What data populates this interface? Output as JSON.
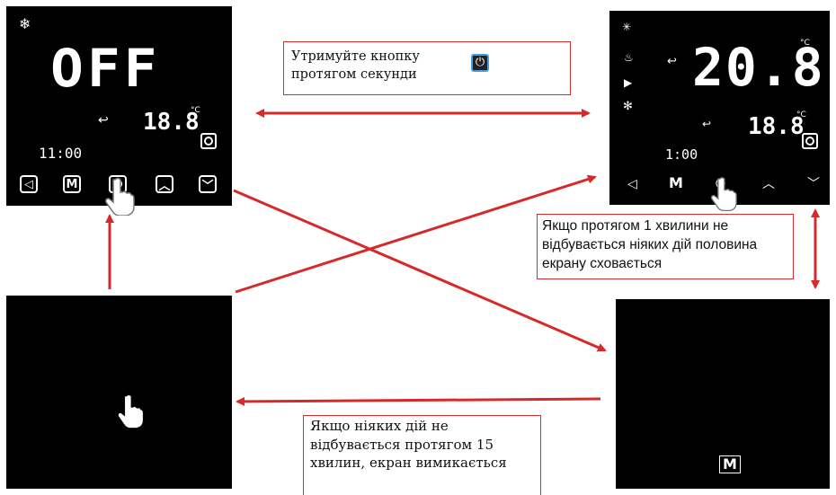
{
  "panel_off": {
    "mode_icon": "snowflake-icon",
    "status": "OFF",
    "temperature": "18.8",
    "unit": "°C",
    "time": "11:00",
    "buttons": [
      "speaker-icon",
      "M",
      "power-icon",
      "up-icon",
      "down-icon"
    ]
  },
  "panel_on": {
    "set_temperature": "20.8",
    "room_temperature": "18.8",
    "unit": "°C",
    "time": "1:00",
    "mode_icons": [
      "snowflake-icon",
      "heat-icon",
      "fan-icon",
      "sun-icon"
    ],
    "buttons": [
      "speaker-icon",
      "M",
      "power-icon",
      "up-icon",
      "down-icon"
    ]
  },
  "panel_half": {
    "button": "M"
  },
  "notes": {
    "hold_button_line1": "Утримуйте кнопку",
    "hold_button_line2": "протягом секунди",
    "half_screen": "Якщо протягом 1 хвилини не відбувається ніяких дій половина екрану сховається",
    "screen_off": "Якщо ніяких дій не відбувається протягом 15 хвилин, екран вимикається"
  },
  "colors": {
    "arrow": "#d62a2a",
    "panel": "#000000",
    "display": "#ffffff"
  }
}
